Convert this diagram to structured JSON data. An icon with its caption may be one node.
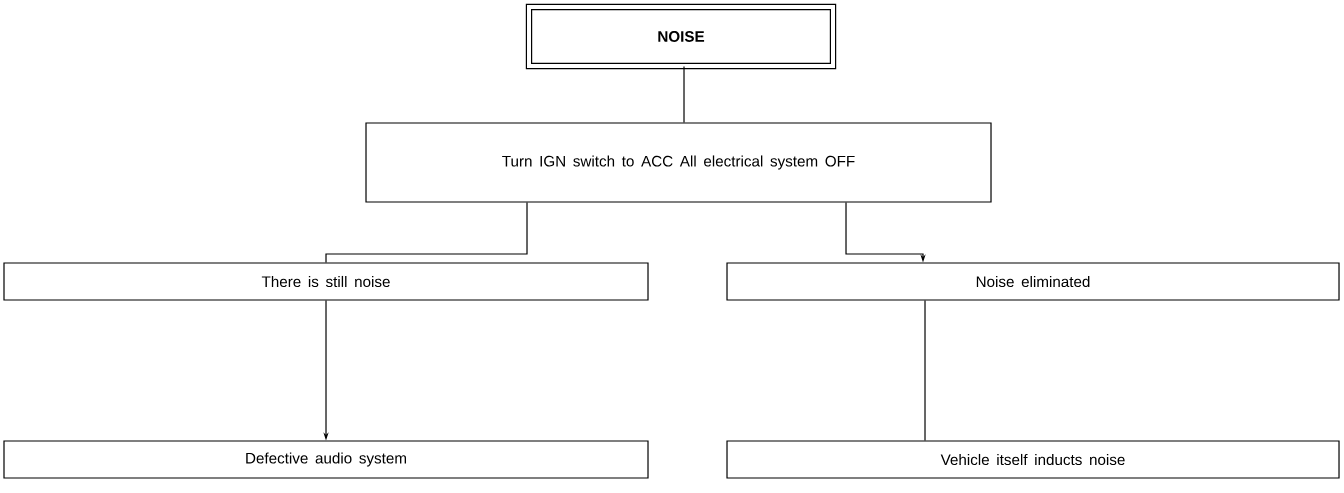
{
  "diagram": {
    "nodes": [
      {
        "text": [
          "NOISE"
        ]
      },
      {
        "text": [
          "Turn IGN switch to ACC All electrical system OFF"
        ]
      },
      {
        "text": [
          "There is still noise"
        ]
      },
      {
        "text": [
          "Noise eliminated"
        ]
      },
      {
        "text": [
          "Defective audio system"
        ]
      },
      {
        "text": [
          "Vehicle itself inducts noise"
        ]
      }
    ],
    "edges": [
      {
        "from": 0,
        "to": 1,
        "arrow": "none"
      },
      {
        "from": 1,
        "to": 2,
        "arrow": "none"
      },
      {
        "from": 1,
        "to": 3,
        "arrow": "to"
      },
      {
        "from": 2,
        "to": 4,
        "arrow": "to"
      },
      {
        "from": 3,
        "to": 5,
        "arrow": "none"
      }
    ]
  }
}
